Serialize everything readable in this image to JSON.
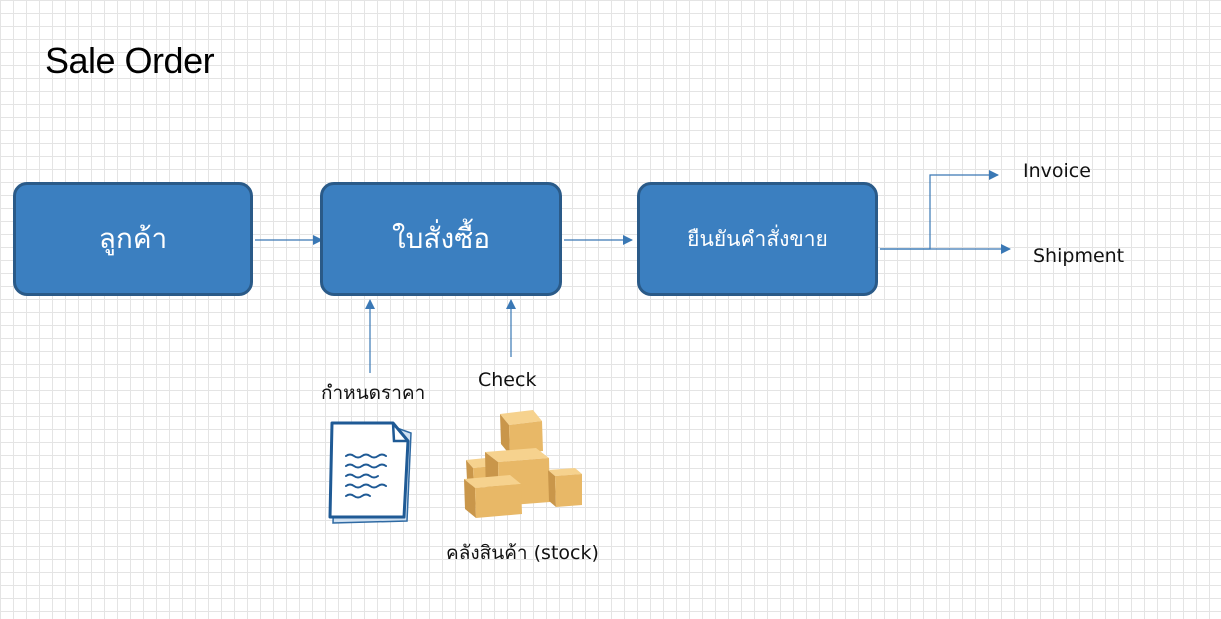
{
  "title": "Sale Order",
  "boxes": {
    "customer": "ลูกค้า",
    "purchase_order": "ใบสั่งซื้อ",
    "confirm_sale": "ยืนยันคำสั่งขาย"
  },
  "outputs": {
    "invoice": "Invoice",
    "shipment": "Shipment"
  },
  "inputs": {
    "set_price": "กำหนดราคา",
    "check": "Check",
    "stock": "คลังสินค้า (stock)"
  },
  "icons": {
    "price": "document-icon",
    "stock": "boxes-icon"
  },
  "colors": {
    "box_fill": "#3b7fc0",
    "box_border": "#2a5a88",
    "arrow": "#3a78b5"
  }
}
